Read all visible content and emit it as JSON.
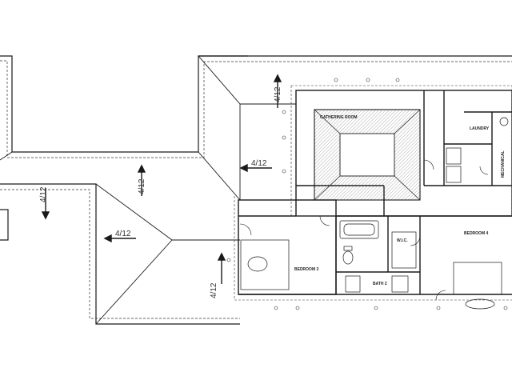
{
  "roof_pitches": [
    "4/12",
    "4/12",
    "4/12",
    "4/12",
    "4/12",
    "4/12"
  ],
  "rooms": {
    "gathering": "GATHERING ROOM",
    "laundry": "LAUNDRY",
    "mechanical": "MECHANICAL",
    "bedroom3": "BEDROOM 3",
    "bedroom4": "BEDROOM 4",
    "bath2": "BATH 2",
    "wic": "W.I.C."
  },
  "colors": {
    "line": "#1a1a1a",
    "hatch": "#555555",
    "dash": "#333333"
  }
}
